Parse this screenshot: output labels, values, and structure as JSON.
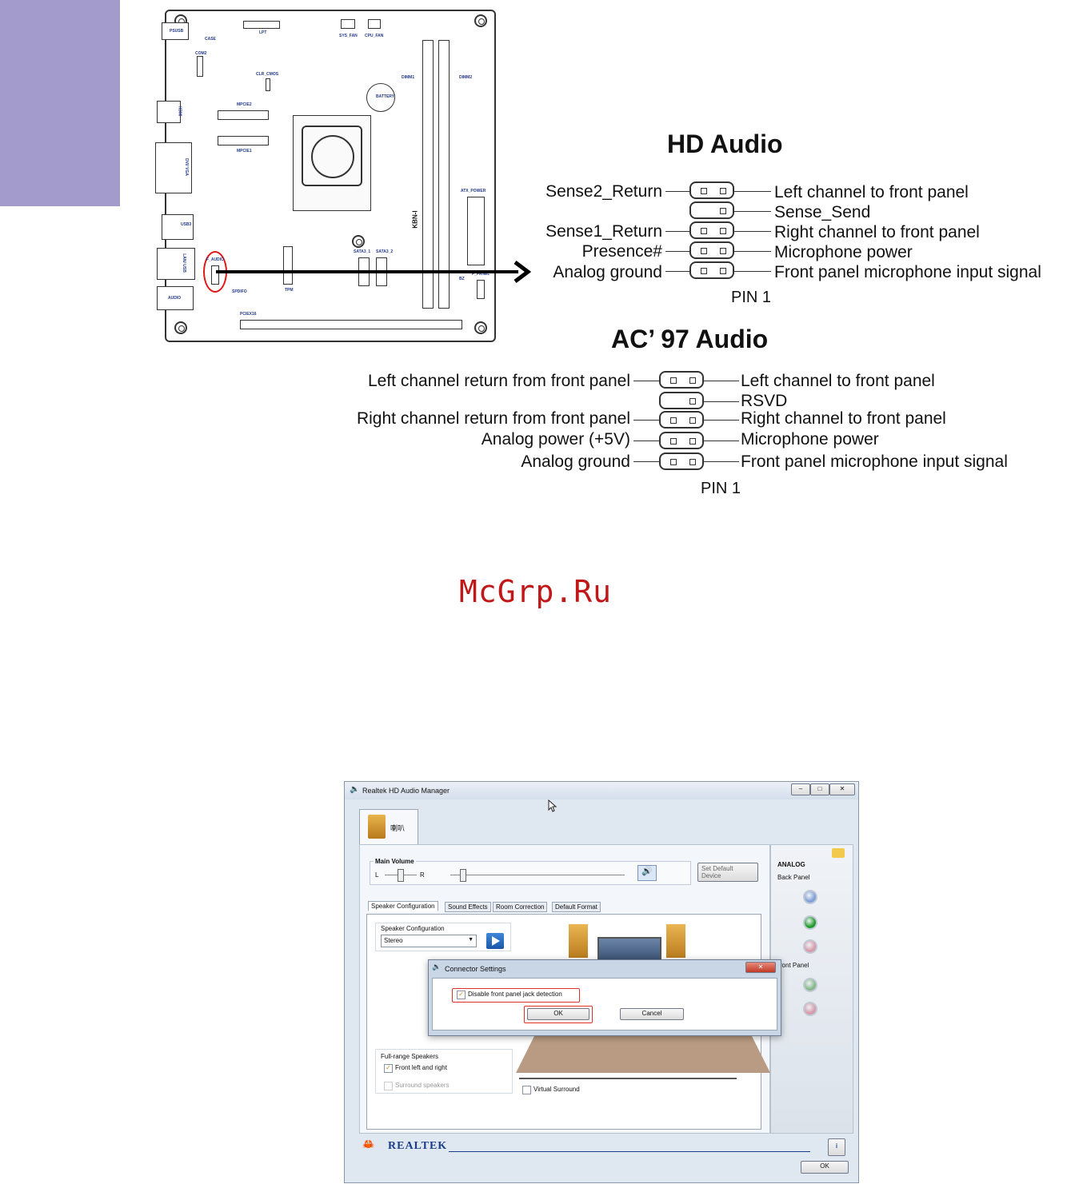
{
  "board": {
    "labels": {
      "psusb": "PSUSB",
      "case": "CASE",
      "com2": "COM2",
      "lpt": "LPT",
      "sys_fan": "SYS_FAN",
      "cpu_fan": "CPU_FAN",
      "clr_cmos": "CLR_CMOS",
      "dimm1": "DIMM1",
      "dimm2": "DIMM2",
      "battery": "BATTERY",
      "mpcie2": "MPCIE2",
      "mpcie1": "MPCIE1",
      "hdmi": "HDMI",
      "dvi_vga": "DVI/ VGA",
      "atx_power": "ATX_POWER",
      "kbn": "KBN-I",
      "usb3": "USB3",
      "lan_usb": "LAN/ USB",
      "f_audio": "F_AUDIO",
      "spdifo": "SPDIFO",
      "tpm": "TPM",
      "sata3_1": "SATA3_1",
      "sata3_2": "SATA3_2",
      "bz": "BZ",
      "f_panel": "F_PANEL",
      "audio": "AUDIO",
      "pciex16": "PCIEX16"
    }
  },
  "hd_audio": {
    "title": "HD Audio",
    "left_labels": [
      "Sense2_Return",
      "Sense1_Return",
      "Presence#",
      "Analog ground"
    ],
    "right_labels": [
      "Left channel to front panel",
      "Sense_Send",
      "Right channel to front panel",
      "Microphone power",
      "Front panel microphone input signal"
    ],
    "pin1": "PIN 1"
  },
  "ac97_audio": {
    "title": "AC’ 97 Audio",
    "left_labels": [
      "Left channel return from front panel",
      "Right channel return from front panel",
      "Analog power (+5V)",
      "Analog ground"
    ],
    "right_labels": [
      "Left channel to front panel",
      "RSVD",
      "Right channel to front panel",
      "Microphone power",
      "Front panel microphone input signal"
    ],
    "pin1": "PIN 1"
  },
  "watermark": "McGrp.Ru",
  "realtek": {
    "window_title": "Realtek HD Audio Manager",
    "device_tab": "喇叭",
    "main_volume": "Main Volume",
    "left": "L",
    "right": "R",
    "set_default": "Set Default\nDevice",
    "tabs": [
      "Speaker Configuration",
      "Sound Effects",
      "Room Correction",
      "Default Format"
    ],
    "speaker_config_label": "Speaker Configuration",
    "speaker_config_value": "Stereo",
    "analog": "ANALOG",
    "back_panel": "Back Panel",
    "front_panel": "Front Panel",
    "full_range": "Full-range Speakers",
    "front_lr": "Front left and right",
    "surround": "Surround speakers",
    "virtual_surround": "Virtual Surround",
    "brand": "REALTEK",
    "ok": "OK",
    "dialog": {
      "title": "Connector Settings",
      "checkbox": "Disable front panel jack detection",
      "ok": "OK",
      "cancel": "Cancel"
    },
    "jack_colors": [
      "#7fa0d8",
      "#1f9a2c",
      "#d79aaa",
      "#86b98a",
      "#d79aaa"
    ]
  }
}
